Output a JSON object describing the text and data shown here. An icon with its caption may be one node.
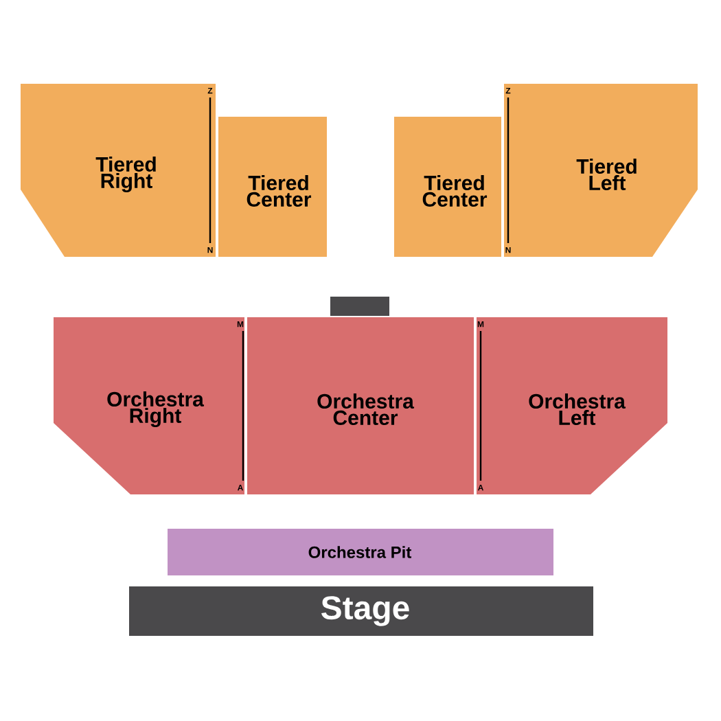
{
  "diagram": {
    "nodes": [
      {
        "text": [
          "Tiered Right"
        ]
      },
      {
        "text": [
          "Tiered Center"
        ]
      },
      {
        "text": [
          "Tiered Center"
        ]
      },
      {
        "text": [
          "Tiered Left"
        ]
      },
      {
        "text": [],
        "shape": "box"
      },
      {
        "text": [
          "Orchestra Right"
        ]
      },
      {
        "text": [
          "Orchestra Center"
        ]
      },
      {
        "text": [
          "Orchestra Left"
        ]
      },
      {
        "text": [
          "Orchestra Pit"
        ]
      },
      {
        "text": [
          "Stage"
        ]
      }
    ],
    "labels": [
      "Z",
      "Z",
      "N",
      "N",
      "M",
      "M",
      "A",
      "A"
    ]
  }
}
